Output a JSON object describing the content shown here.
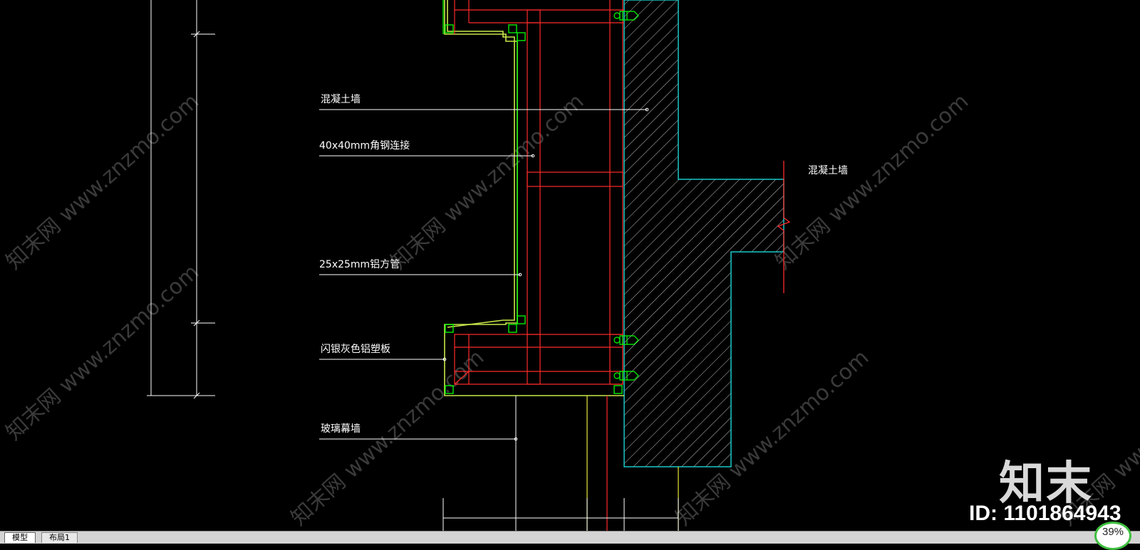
{
  "labels": {
    "concrete_wall_left": "混凝土墙",
    "angle_steel": "40x40mm角钢连接",
    "alu_tube": "25x25mm铝方管",
    "alu_panel": "闪银灰色铝塑板",
    "glass_curtain": "玻璃幕墙",
    "concrete_wall_right": "混凝土墙"
  },
  "watermark": {
    "logo": "知末",
    "id_text": "ID: 1101864943",
    "pattern_text": "知末网 www.znzmo.com"
  },
  "tabs": {
    "model": "模型",
    "layout1": "布局1"
  },
  "zoom": {
    "value": "39%"
  },
  "colors": {
    "background": "#000000",
    "green": "#00ff00",
    "yellow_green": "#c8e84a",
    "red": "#ff2a2a",
    "cyan": "#18c8c8",
    "white": "#ffffff"
  }
}
